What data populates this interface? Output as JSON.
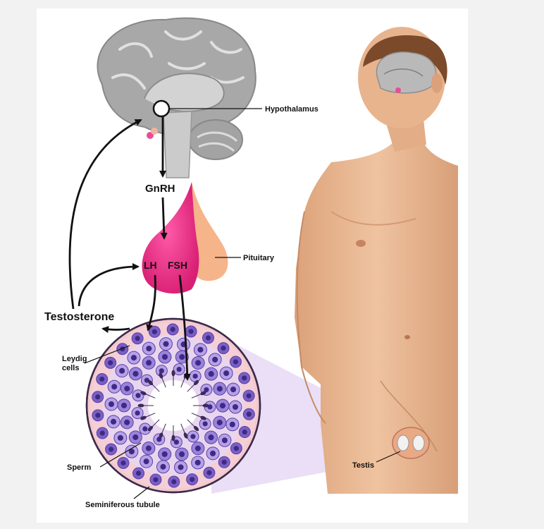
{
  "labels": {
    "hypothalamus": "Hypothalamus",
    "gnrh": "GnRH",
    "lh": "LH",
    "fsh": "FSH",
    "pituitary": "Pituitary",
    "testosterone": "Testosterone",
    "leydig_line1": "Leydig",
    "leydig_line2": "cells",
    "sperm": "Sperm",
    "seminiferous_tubule": "Seminiferous tubule",
    "testis": "Testis"
  },
  "colors": {
    "brain": "#9e9e9e",
    "pituitary_anterior": "#e0307f",
    "pituitary_posterior": "#f6b48a",
    "skin": "#e8b48e",
    "tubule_fill": "#e9d2ea",
    "cell": "#8a6fd0",
    "arrow": "#111111"
  }
}
